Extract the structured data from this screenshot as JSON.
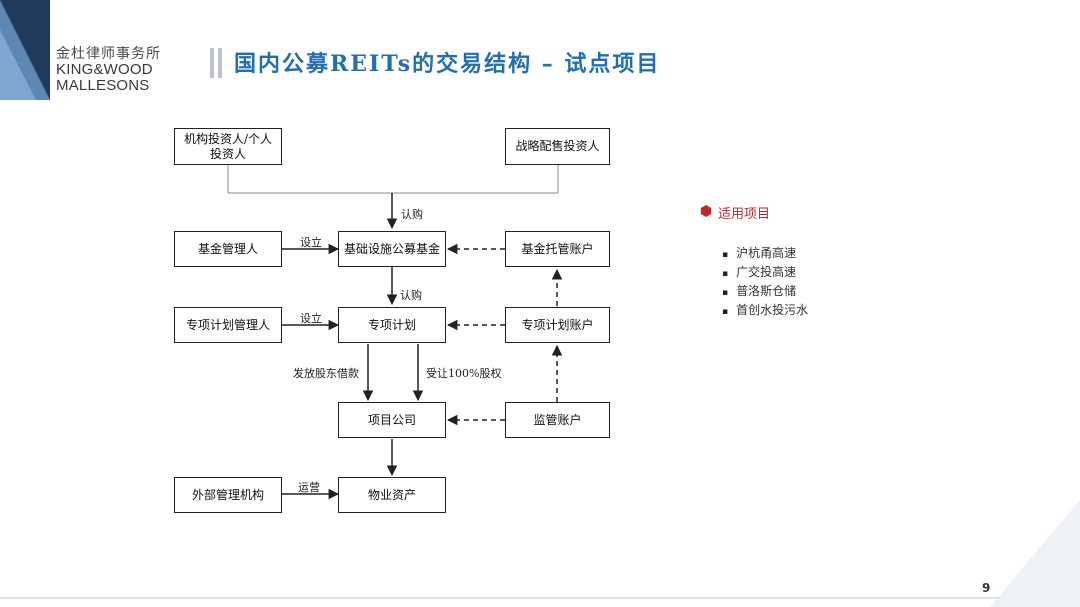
{
  "logo": {
    "cn": "金杜律师事务所",
    "en_line1": "KING&WOOD",
    "en_line2": "MALLESONS"
  },
  "title": "国内公募REITs的交易结构 – 试点项目",
  "diagram": {
    "boxes": {
      "investors": "机构投资人/个人\n投资人",
      "strategic": "战略配售投资人",
      "fund_manager": "基金管理人",
      "infra_fund": "基础设施公募基金",
      "fund_custody": "基金托管账户",
      "plan_manager": "专项计划管理人",
      "special_plan": "专项计划",
      "plan_account": "专项计划账户",
      "project_company": "项目公司",
      "supervision": "监管账户",
      "external_mgr": "外部管理机构",
      "property": "物业资产"
    },
    "labels": {
      "subscribe1": "认购",
      "establish1": "设立",
      "subscribe2": "认购",
      "establish2": "设立",
      "loan": "发放股东借款",
      "equity": "受让100%股权",
      "operate": "运营"
    }
  },
  "legend": {
    "title": "适用项目",
    "projects": [
      "沪杭甬高速",
      "广交投高速",
      "普洛斯仓储",
      "首创水投污水"
    ]
  },
  "page_number": "9",
  "colors": {
    "title": "#1f6fb6",
    "accent_red": "#c0282c",
    "corner_dark": "#1f3b5c",
    "corner_light": "#5d87b5"
  }
}
